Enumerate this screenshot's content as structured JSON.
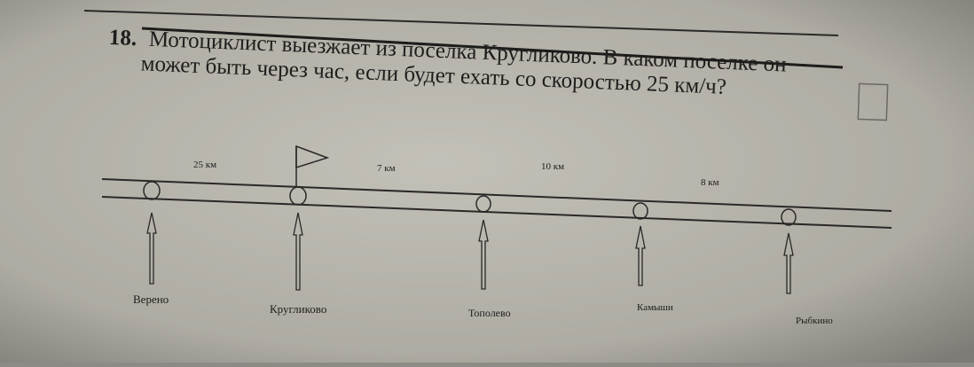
{
  "problem": {
    "number": "18.",
    "line1": "Мотоциклист выезжает из поселка Кругликово. В каком поселке он",
    "line2": "может быть через час, если будет ехать со скоростью 25 км/ч?"
  },
  "diagram": {
    "start_marker": "flag-icon",
    "distances": [
      "25 км",
      "7 км",
      "10 км",
      "8 км"
    ],
    "villages": [
      "Верено",
      "Кругликово",
      "Тополево",
      "Камыши",
      "Рыбкино"
    ]
  },
  "colors": {
    "paper": "#b9b6ae",
    "ink": "#1e1d1b"
  }
}
